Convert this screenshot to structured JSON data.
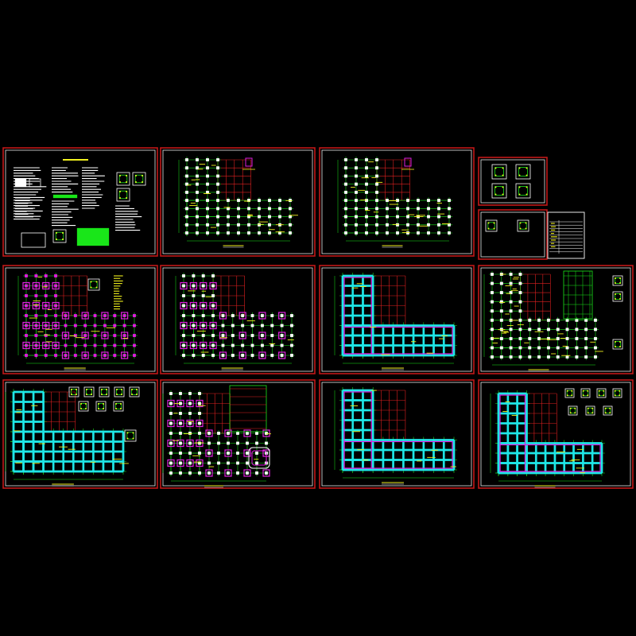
{
  "drawing_set": {
    "background": "#000000",
    "colors": {
      "frame_red": "#c01818",
      "border_white": "#e8e8e8",
      "grid_green": "#19e619",
      "grid_red": "#e02020",
      "beam_cyan": "#1ee6e6",
      "magenta": "#e01ee0",
      "yellow": "#f0f01e",
      "white": "#ffffff"
    },
    "sheets": [
      {
        "kind": "notes"
      },
      {
        "kind": "plan-columns"
      },
      {
        "kind": "plan-columns"
      },
      {
        "kind": "details"
      },
      {
        "kind": "schedule"
      },
      {
        "kind": "plan-footings"
      },
      {
        "kind": "plan-piles"
      },
      {
        "kind": "plan-beams"
      },
      {
        "kind": "plan-detailed"
      },
      {
        "kind": "plan-mixed"
      },
      {
        "kind": "plan-piles-detail"
      },
      {
        "kind": "plan-beams"
      },
      {
        "kind": "plan-beams-detail"
      }
    ]
  }
}
